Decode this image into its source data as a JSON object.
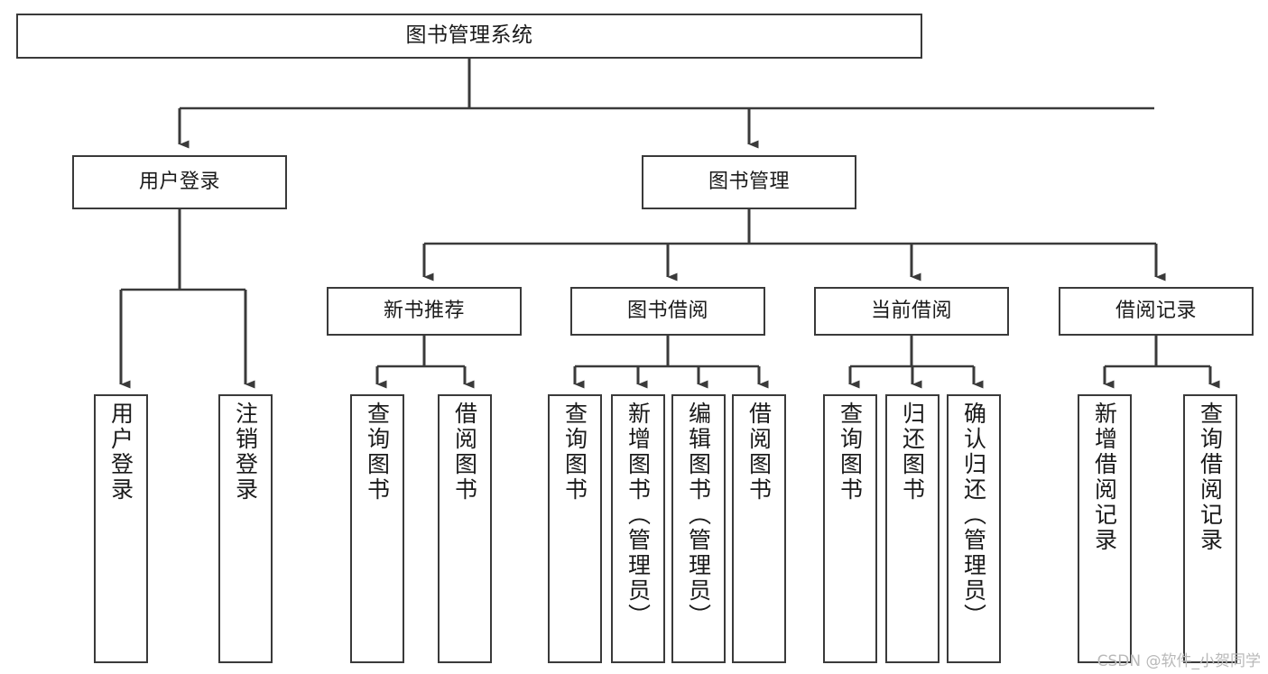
{
  "diagram": {
    "title": "图书管理系统",
    "watermark": "CSDN @软件_小贺同学",
    "line_color": "#3a3a3a",
    "box_fill": "#ffffff",
    "text_color": "#1a1a1a",
    "root": {
      "label": "图书管理系统",
      "level": 0
    },
    "level1": [
      {
        "label": "用户登录"
      },
      {
        "label": "图书管理"
      }
    ],
    "level2": [
      {
        "label": "新书推荐",
        "parent": "图书管理"
      },
      {
        "label": "图书借阅",
        "parent": "图书管理"
      },
      {
        "label": "当前借阅",
        "parent": "图书管理"
      },
      {
        "label": "借阅记录",
        "parent": "图书管理"
      }
    ],
    "leaves": {
      "user_login": [
        {
          "label": "用户登录"
        },
        {
          "label": "注销登录"
        }
      ],
      "new_book": [
        {
          "label": "查询图书"
        },
        {
          "label": "借阅图书"
        }
      ],
      "book_borrow": [
        {
          "label": "查询图书"
        },
        {
          "label": "新增图书（管理员）"
        },
        {
          "label": "编辑图书（管理员）"
        },
        {
          "label": "借阅图书"
        }
      ],
      "current_borrow": [
        {
          "label": "查询图书"
        },
        {
          "label": "归还图书"
        },
        {
          "label": "确认归还（管理员）"
        }
      ],
      "borrow_record": [
        {
          "label": "新增借阅记录"
        },
        {
          "label": "查询借阅记录"
        }
      ]
    }
  }
}
